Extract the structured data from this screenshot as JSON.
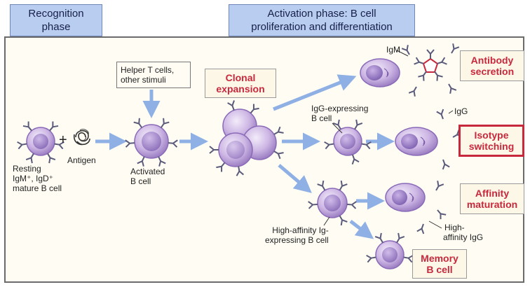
{
  "phases": {
    "recognition": [
      "Recognition",
      "phase"
    ],
    "activation": [
      "Activation phase: B cell",
      "proliferation and differentiation"
    ]
  },
  "labels": {
    "resting": [
      "Resting",
      "IgM⁺, IgD⁺",
      "mature B cell"
    ],
    "antigen": "Antigen",
    "plus": "+",
    "helper": [
      "Helper T cells,",
      "other stimuli"
    ],
    "activated": [
      "Activated",
      "B cell"
    ],
    "igg_expressing": [
      "IgG-expressing",
      "B cell"
    ],
    "high_affinity_cell": [
      "High-affinity Ig-",
      "expressing B cell"
    ],
    "igm": "IgM",
    "igg": "IgG",
    "high_affinity_igg": [
      "High-",
      "affinity IgG"
    ]
  },
  "outcomes": {
    "clonal": [
      "Clonal",
      "expansion"
    ],
    "antibody": [
      "Antibody",
      "secretion"
    ],
    "isotype": [
      "Isotype",
      "switching"
    ],
    "affinity": [
      "Affinity",
      "maturation"
    ],
    "memory": [
      "Memory",
      "B cell"
    ]
  },
  "colors": {
    "arrow": "#8fb0e4",
    "cell_fill": "#cfb8e6",
    "cell_edge": "#8a6ab8",
    "nucleus": "#a080cc",
    "accent_red": "#c8283c"
  }
}
